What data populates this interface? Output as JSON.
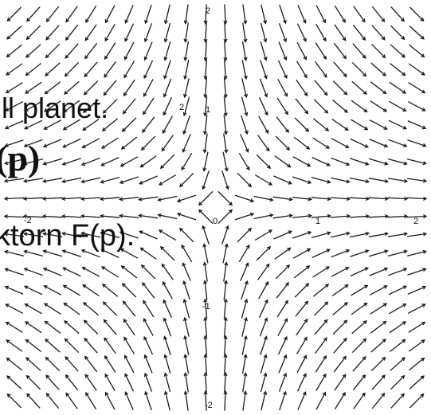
{
  "figure": {
    "background": "#ffffff",
    "stroke_color": "#1a1a1a",
    "field": {
      "type": "saddle vector field",
      "x_range": [
        -2,
        2
      ],
      "y_range": [
        -2,
        2
      ],
      "grid_columns": 22,
      "grid_rows": 22
    },
    "overlay_text": {
      "line1": "ill planet.",
      "line2": "(p)",
      "line3": "ktorn F(p)."
    },
    "tick_labels": {
      "top": "2",
      "bottom": "-2",
      "left": "-2",
      "right": "2",
      "center": "0",
      "upper_inner": "1",
      "upper_inner_left": "2",
      "lower_inner": "-1",
      "right_inner": "1"
    }
  }
}
